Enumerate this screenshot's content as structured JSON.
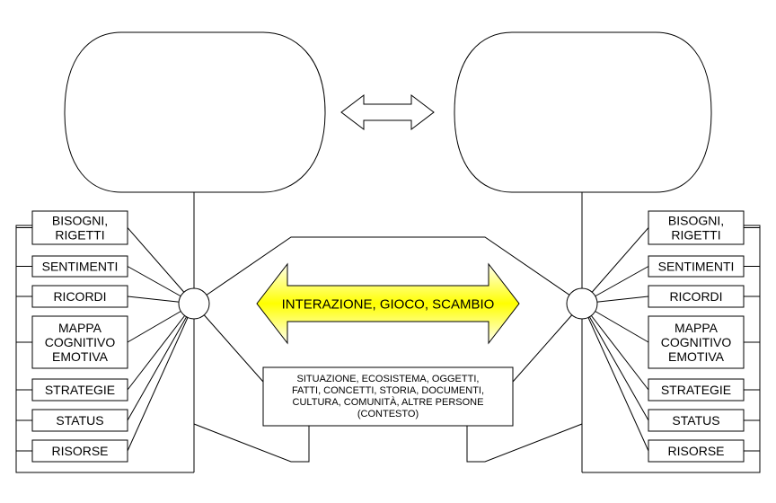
{
  "left_labels": [
    [
      "BISOGNI,",
      "RIGETTI"
    ],
    [
      "SENTIMENTI"
    ],
    [
      "RICORDI"
    ],
    [
      "MAPPA",
      "COGNITIVO",
      "EMOTIVA"
    ],
    [
      "STRATEGIE"
    ],
    [
      "STATUS"
    ],
    [
      "RISORSE"
    ]
  ],
  "right_labels": [
    [
      "BISOGNI,",
      "RIGETTI"
    ],
    [
      "SENTIMENTI"
    ],
    [
      "RICORDI"
    ],
    [
      "MAPPA",
      "COGNITIVO",
      "EMOTIVA"
    ],
    [
      "STRATEGIE"
    ],
    [
      "STATUS"
    ],
    [
      "RISORSE"
    ]
  ],
  "interaction_label": "INTERAZIONE, GIOCO, SCAMBIO",
  "context_lines": [
    "SITUAZIONE, ECOSISTEMA, OGGETTI,",
    "FATTI, CONCETTI, STORIA, DOCUMENTI,",
    "CULTURA, COMUNITÀ, ALTRE PERSONE",
    "(CONTESTO)"
  ],
  "colors": {
    "interaction_fill": "#ffff00",
    "line": "#000000"
  }
}
